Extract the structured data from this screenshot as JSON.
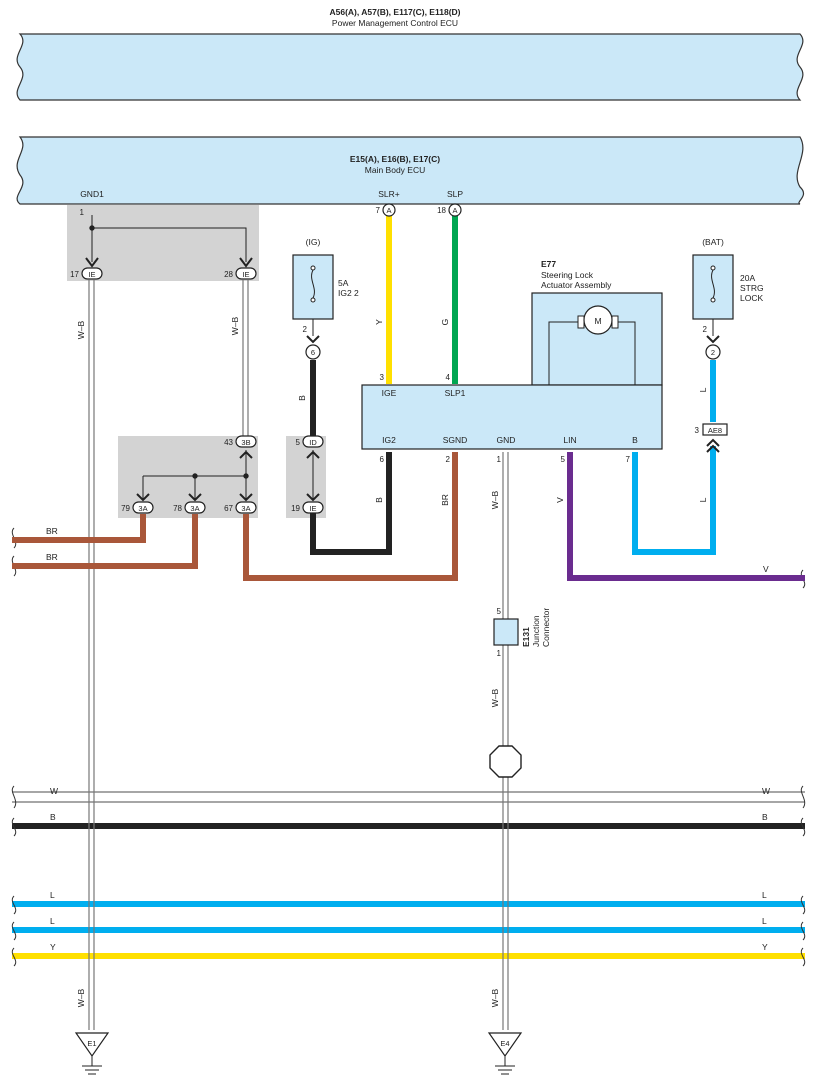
{
  "ecu_power": {
    "codes": "A56(A), A57(B), E117(C), E118(D)",
    "name": "Power Management Control ECU"
  },
  "ecu_body": {
    "codes": "E15(A), E16(B), E17(C)",
    "name": "Main Body ECU",
    "pin_gnd1": "GND1",
    "pin_slr": "SLR+",
    "pin_slp": "SLP",
    "pin1": "1",
    "pin7": "7",
    "pin18": "18",
    "conn_a": "A"
  },
  "fuse_ig": {
    "source": "(IG)",
    "rating": "5A",
    "name": "IG2 2",
    "pin": "2",
    "conn": "6"
  },
  "fuse_bat": {
    "source": "(BAT)",
    "rating": "20A",
    "line2": "STRG",
    "line3": "LOCK",
    "pin": "2",
    "conn": "2"
  },
  "actuator": {
    "code": "E77",
    "line1": "Steering Lock",
    "line2": "Actuator Assembly",
    "motor": "M",
    "pin_ige": "IGE",
    "pin_slp1": "SLP1",
    "pin_ig2": "IG2",
    "pin_sgnd": "SGND",
    "pin_gnd": "GND",
    "pin_lin": "LIN",
    "pin_b": "B",
    "n3": "3",
    "n4": "4",
    "n6": "6",
    "n2": "2",
    "n1": "1",
    "n5": "5",
    "n7": "7"
  },
  "connectors": {
    "ie_17": {
      "num": "17",
      "label": "IE"
    },
    "ie_28": {
      "num": "28",
      "label": "IE"
    },
    "b3_43": {
      "num": "43",
      "label": "3B"
    },
    "a3_79": {
      "num": "79",
      "label": "3A"
    },
    "a3_78": {
      "num": "78",
      "label": "3A"
    },
    "a3_67": {
      "num": "67",
      "label": "3A"
    },
    "id_5": {
      "num": "5",
      "label": "ID"
    },
    "ie_19": {
      "num": "19",
      "label": "IE"
    },
    "ae8": {
      "num": "3",
      "label": "AE8"
    }
  },
  "junction": {
    "code": "E131",
    "line1": "Junction",
    "line2": "Connector",
    "pin5": "5",
    "pin1": "1"
  },
  "wire_labels": {
    "wb": "W–B",
    "y": "Y",
    "g": "G",
    "b": "B",
    "br": "BR",
    "v": "V",
    "l": "L",
    "w": "W"
  },
  "grounds": {
    "e1": "E1",
    "e4": "E4"
  },
  "colors": {
    "ecu_fill": "#cbe8f8",
    "yellow": "#ffe000",
    "green": "#00a651",
    "black": "#222222",
    "brown": "#a9573a",
    "purple": "#6a2c8f",
    "blue": "#00aeef",
    "gray_box": "#d3d3d3"
  }
}
